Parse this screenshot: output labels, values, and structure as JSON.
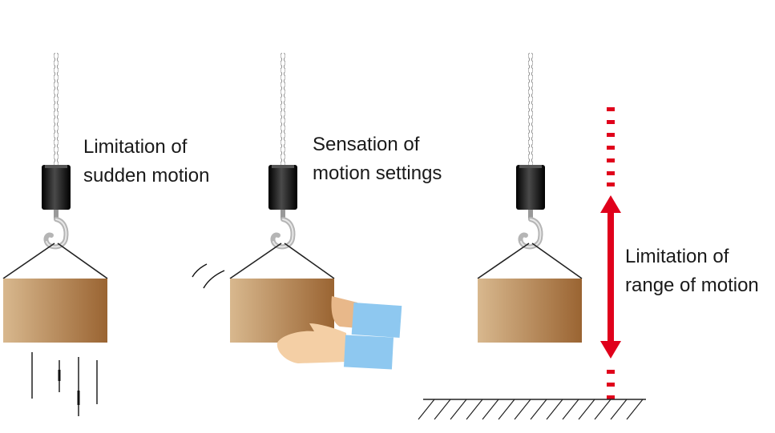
{
  "panels": [
    {
      "label_lines": [
        "Limitation of",
        "sudden motion"
      ]
    },
    {
      "label_lines": [
        "Sensation of",
        "motion settings"
      ]
    },
    {
      "label_lines": [
        "Limitation of",
        "range of motion"
      ]
    }
  ],
  "colors": {
    "box_light": "#d8b88e",
    "box_dark": "#9a6432",
    "chain": "#9a9a9a",
    "hoist_body": "#1e1e1e",
    "hook": "#c8c8c8",
    "sling": "#222222",
    "arrow_red": "#e0001b",
    "sleeve_blue": "#8ec8f0",
    "skin": "#f4cfa5",
    "skin_dark": "#d9a877",
    "ground": "#222222"
  },
  "icons": [
    "chain-icon",
    "hoist-icon",
    "hook-icon",
    "cargo-box-icon",
    "hands-icon",
    "double-arrow-icon",
    "ground-hatch-icon",
    "motion-lines-icon"
  ]
}
